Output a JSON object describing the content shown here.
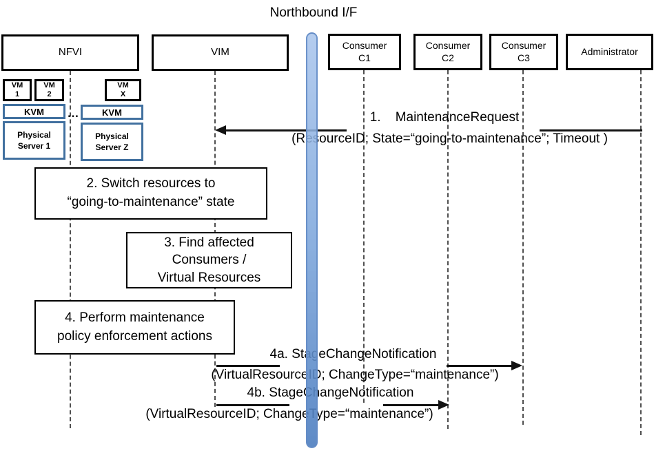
{
  "title": "Northbound I/F",
  "actors": {
    "nfvi": "NFVI",
    "vim": "VIM",
    "c1": [
      "Consumer",
      "C1"
    ],
    "c2": [
      "Consumer",
      "C2"
    ],
    "c3": [
      "Consumer",
      "C3"
    ],
    "admin": "Administrator"
  },
  "infrastructure": {
    "vm1": [
      "VM",
      "1"
    ],
    "vm2": [
      "VM",
      "2"
    ],
    "vmx": [
      "VM",
      "X"
    ],
    "kvm1": "KVM",
    "kvm2": "KVM",
    "ellipsis": "…",
    "server1": [
      "Physical",
      "Server 1"
    ],
    "serverz": [
      "Physical",
      "Server Z"
    ]
  },
  "activities": {
    "step2": [
      "2. Switch resources to",
      "“going-to-maintenance” state"
    ],
    "step3": [
      "3. Find affected",
      "Consumers /",
      "Virtual Resources"
    ],
    "step4": [
      "4. Perform maintenance",
      "policy enforcement actions"
    ]
  },
  "messages": {
    "m1": {
      "title": "1.    MaintenanceRequest",
      "params": "(ResourceID; State=“going-to-maintenance”; Timeout )"
    },
    "m4a": {
      "title": "4a. StageChangeNotification",
      "params": "(VirtualResourceID; ChangeType=“maintenance”)"
    },
    "m4b": {
      "title": "4b. StageChangeNotification",
      "params": "(VirtualResourceID; ChangeType=“maintenance”)"
    }
  },
  "colors": {
    "accent_border": "#41709f",
    "bar_top": "#a8c4ec",
    "bar_bottom": "#4d7ec0"
  }
}
